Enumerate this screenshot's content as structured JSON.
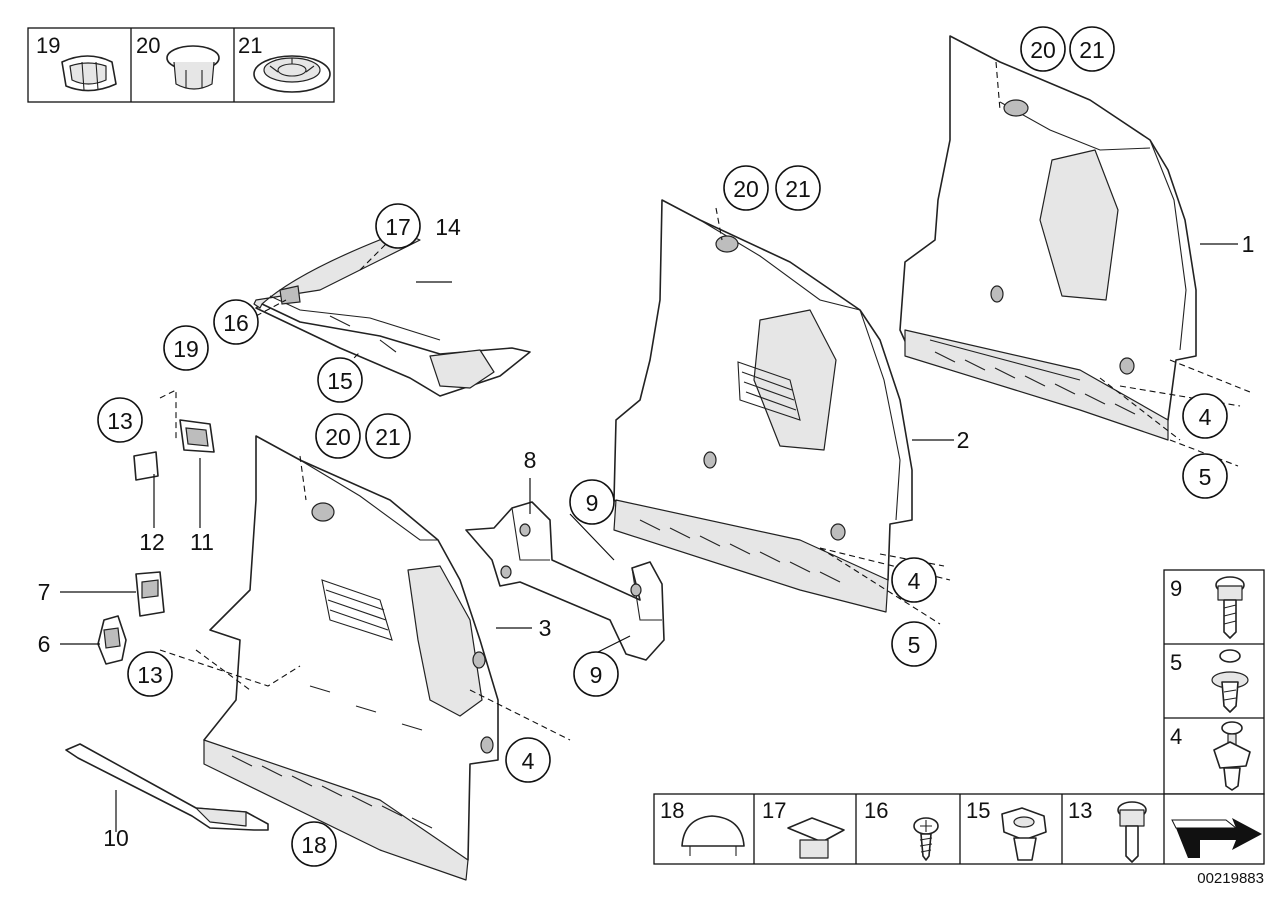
{
  "labels": {
    "p1": "1",
    "p2": "2",
    "p3": "3",
    "p4": "4",
    "p5": "5",
    "p6": "6",
    "p7": "7",
    "p8": "8",
    "p9": "9",
    "p10": "10",
    "p11": "11",
    "p12": "12",
    "p13": "13",
    "p14": "14",
    "p15": "15",
    "p16": "16",
    "p17": "17",
    "p18": "18",
    "p19": "19",
    "p20": "20",
    "p21": "21"
  },
  "legend_top": [
    "19",
    "20",
    "21"
  ],
  "legend_right": [
    "9",
    "5",
    "4"
  ],
  "legend_bottom": [
    "18",
    "17",
    "16",
    "15",
    "13"
  ],
  "reference_number": "00219883"
}
